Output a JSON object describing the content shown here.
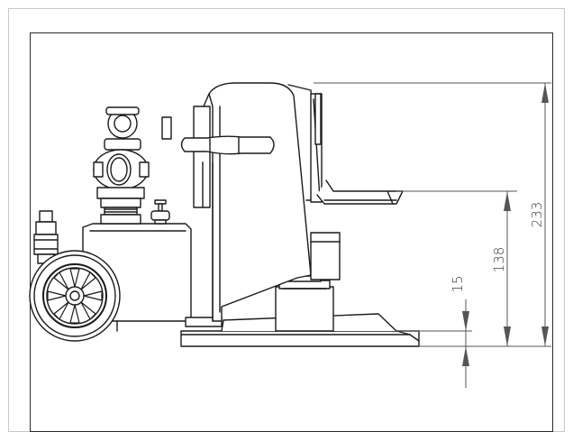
{
  "drawing": {
    "title": "",
    "dimensions": [
      {
        "name": "overall-height",
        "value": "233"
      },
      {
        "name": "fork-height",
        "value": "138"
      },
      {
        "name": "base-height",
        "value": "15"
      }
    ]
  },
  "colors": {
    "line": "#1a1a1a",
    "dim_line": "#555555",
    "border": "#c8c8c8",
    "background": "#ffffff"
  }
}
